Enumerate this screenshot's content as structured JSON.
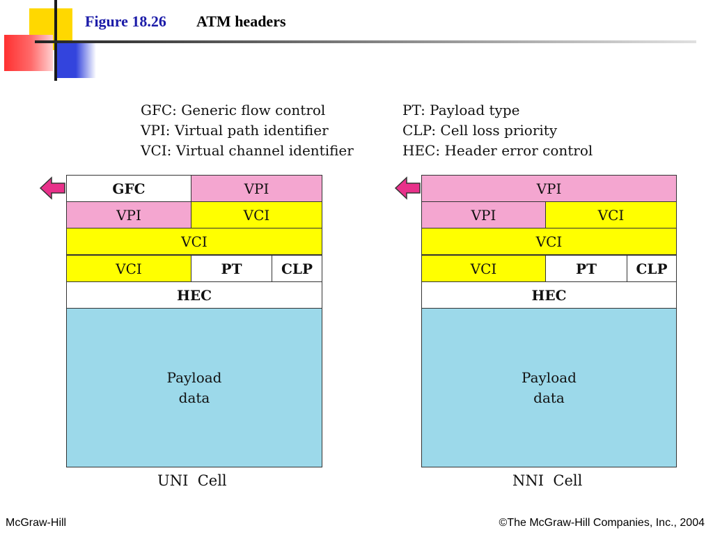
{
  "header": {
    "figure_number": "Figure 18.26",
    "figure_title": "ATM headers"
  },
  "legend": {
    "left": [
      "GFC: Generic flow control",
      "VPI: Virtual path identifier",
      "VCI: Virtual channel identifier"
    ],
    "right": [
      "PT: Payload type",
      "CLP: Cell loss priority",
      "HEC: Header error control"
    ]
  },
  "uni": {
    "caption": "UNI  Cell",
    "row1": [
      "GFC",
      "VPI"
    ],
    "row2": [
      "VPI",
      "VCI"
    ],
    "row3": "VCI",
    "row4": [
      "VCI",
      "PT",
      "CLP"
    ],
    "row5": "HEC",
    "payload": [
      "Payload",
      "data"
    ]
  },
  "nni": {
    "caption": "NNI  Cell",
    "row1": "VPI",
    "row2": [
      "VPI",
      "VCI"
    ],
    "row3": "VCI",
    "row4": [
      "VCI",
      "PT",
      "CLP"
    ],
    "row5": "HEC",
    "payload": [
      "Payload",
      "data"
    ]
  },
  "colors": {
    "pink": "#f4a6d0",
    "yellow": "#ffff00",
    "payload_blue": "#9cd9ea",
    "arrow_magenta": "#e8318a",
    "title_blue": "#1b1ba8"
  },
  "icons": [
    "left-arrow-icon"
  ],
  "footer": {
    "left": "McGraw-Hill",
    "right": "©The McGraw-Hill Companies, Inc., 2004"
  }
}
